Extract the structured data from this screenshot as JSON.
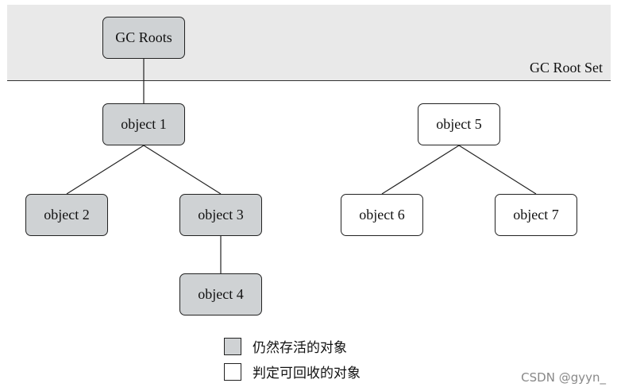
{
  "band_label": "GC Root Set",
  "nodes": {
    "gc_roots": "GC Roots",
    "object1": "object 1",
    "object2": "object 2",
    "object3": "object 3",
    "object4": "object 4",
    "object5": "object 5",
    "object6": "object 6",
    "object7": "object 7"
  },
  "legend": {
    "alive": "仍然存活的对象",
    "collectable": "判定可回收的对象"
  },
  "colors": {
    "alive_fill": "#cfd2d4",
    "collectable_fill": "#ffffff",
    "band_fill": "#e9e9e9"
  },
  "watermark": "CSDN @gyyn_"
}
